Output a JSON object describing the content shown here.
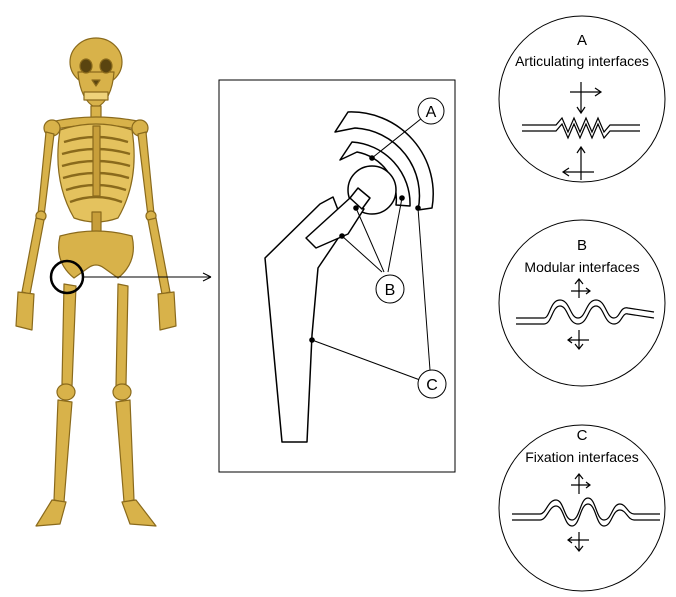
{
  "callouts": {
    "a": "A",
    "b": "B",
    "c": "C"
  },
  "panels": [
    {
      "letter": "A",
      "title": "Articulating interfaces"
    },
    {
      "letter": "B",
      "title": "Modular interfaces"
    },
    {
      "letter": "C",
      "title": "Fixation interfaces"
    }
  ],
  "colors": {
    "bone": "#d8b24a",
    "bone_dark": "#8a6a1c",
    "line": "#000000",
    "background": "#ffffff"
  }
}
